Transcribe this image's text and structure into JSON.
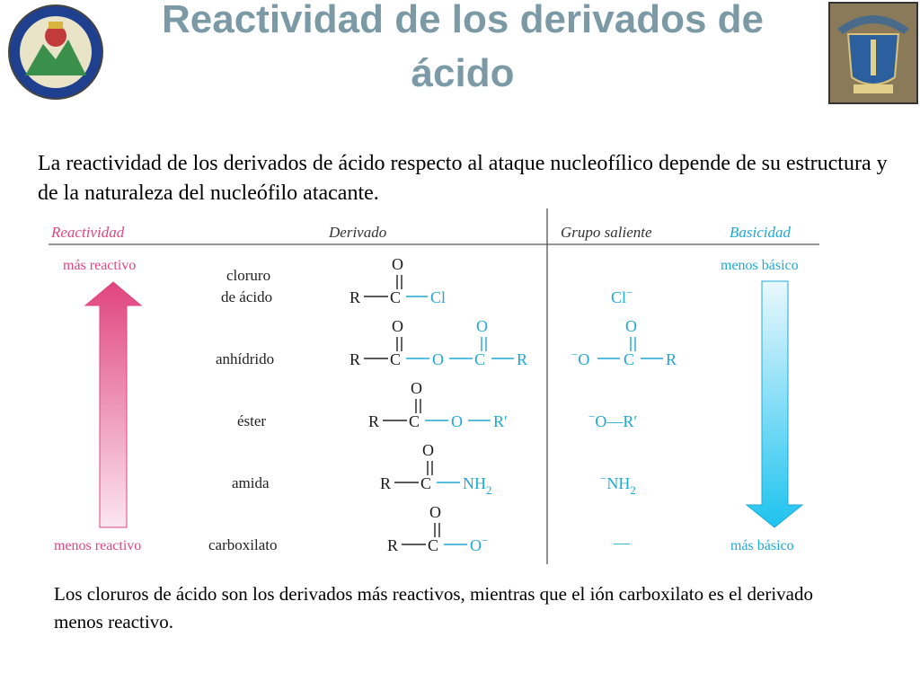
{
  "title": "Reactividad de los derivados de ácido",
  "intro": "La reactividad de los derivados de ácido respecto al ataque nucleofílico depende de su estructura y de la naturaleza del nucleófilo atacante.",
  "outro": "Los cloruros de ácido son los derivados más reactivos, mientras que el ión carboxilato es el derivado menos reactivo.",
  "table": {
    "headers": {
      "reactivity": "Reactividad",
      "derivative": "Derivado",
      "leaving_group": "Grupo saliente",
      "basicity": "Basicidad"
    },
    "reactivity_top": "más reactivo",
    "reactivity_bottom": "menos reactivo",
    "basicity_top": "menos básico",
    "basicity_bottom": "más básico",
    "rows": [
      {
        "name_line1": "cloruro",
        "name_line2": "de ácido"
      },
      {
        "name": "anhídrido"
      },
      {
        "name": "éster"
      },
      {
        "name": "amida"
      },
      {
        "name": "carboxilato"
      }
    ],
    "leaving": {
      "carboxylate": "—"
    }
  },
  "colors": {
    "title": "#7b9aa6",
    "pink": "#e0457f",
    "blue": "#1ea9d4"
  },
  "icons": {
    "left_logo": "university-seal-icon",
    "right_logo": "faculty-crest-icon"
  }
}
